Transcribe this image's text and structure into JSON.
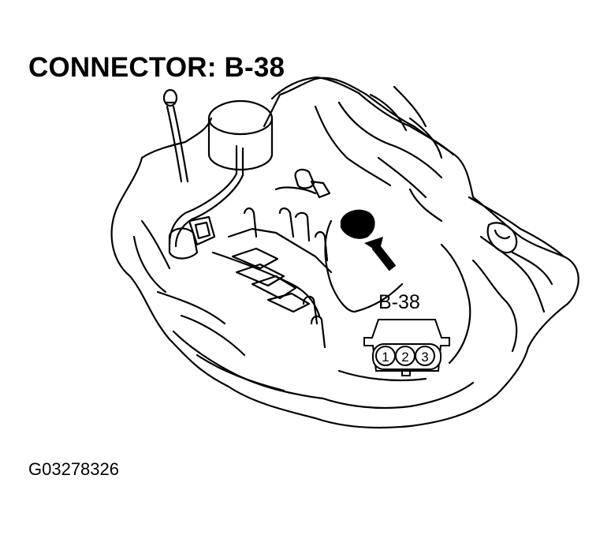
{
  "title": "CONNECTOR: B-38",
  "figure_id": "G03278326",
  "connector": {
    "label": "B-38",
    "pins": [
      "1",
      "2",
      "3"
    ]
  },
  "icons": {
    "pointer": "arrow-icon"
  }
}
